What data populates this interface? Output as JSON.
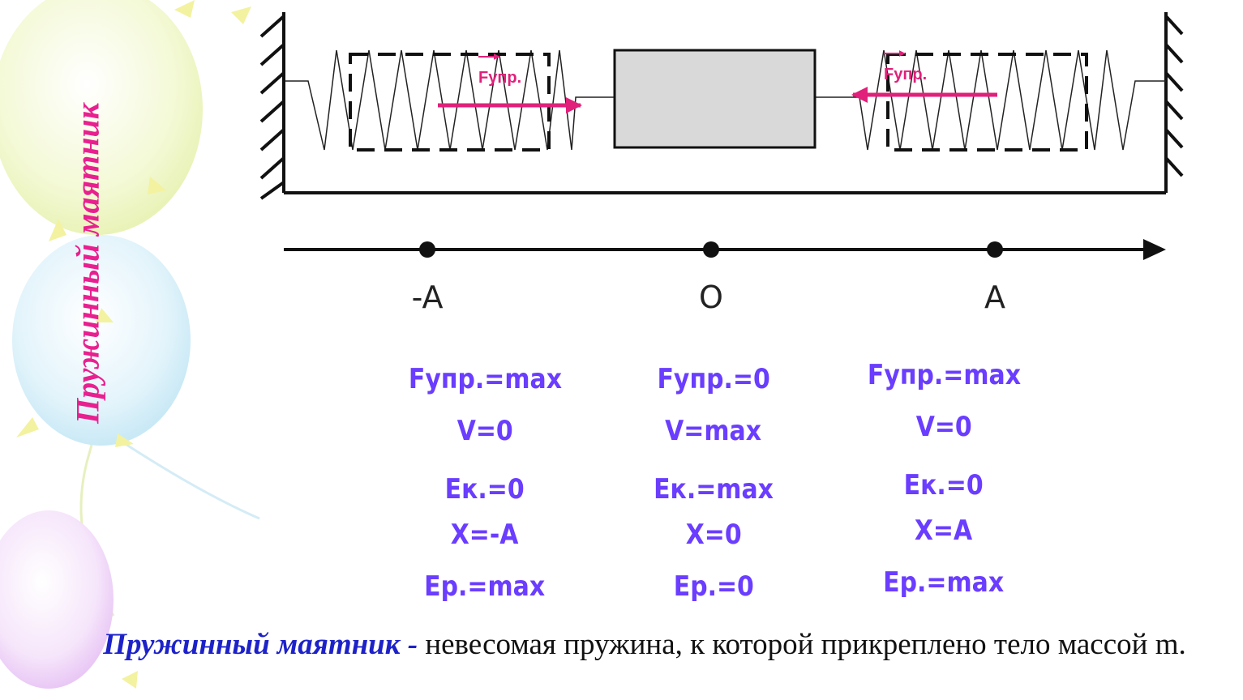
{
  "side_title": "Пружинный маятник",
  "force_label": "Fупр.",
  "axis": {
    "points": [
      {
        "label": "-A",
        "x": -1
      },
      {
        "label": "O",
        "x": 0
      },
      {
        "label": "A",
        "x": 1
      }
    ]
  },
  "columns": [
    {
      "force": "Fупр.=max",
      "velocity": "V=0",
      "kinetic": "Eк.=0",
      "position": "X=-A",
      "potential": "Ep.=max"
    },
    {
      "force": "Fупр.=0",
      "velocity": "V=max",
      "kinetic": "Eк.=max",
      "position": "X=0",
      "potential": "Ep.=0"
    },
    {
      "force": "Fупр.=max",
      "velocity": "V=0",
      "kinetic": "Eк.=0",
      "position": "X=A",
      "potential": "Ep.=max"
    }
  ],
  "definition": {
    "term": "Пружинный маятник -",
    "text": " невесомая пружина, к которой прикреплено тело массой m."
  },
  "colors": {
    "force_arrow": "#e0207a",
    "state_text": "#6a3dff",
    "term": "#1d22c8",
    "side_title": "#e8208f",
    "block_fill": "#d9d9d9"
  }
}
